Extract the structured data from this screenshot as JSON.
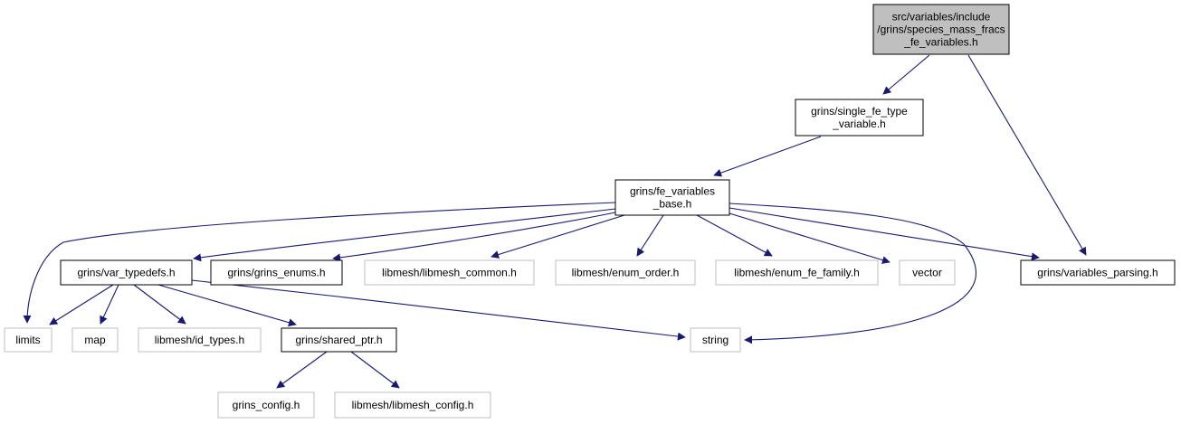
{
  "diagram": {
    "colors": {
      "edge": "#191970",
      "root_fill": "#bfbfbf",
      "node_border": "#000000",
      "external_border": "#bfbfbf",
      "text": "#000000"
    },
    "nodes": {
      "root": {
        "lines": [
          "src/variables/include",
          "/grins/species_mass_fracs",
          "_fe_variables.h"
        ],
        "type": "root"
      },
      "single_fe": {
        "lines": [
          "grins/single_fe_type",
          "_variable.h"
        ],
        "type": "header"
      },
      "fe_base": {
        "lines": [
          "grins/fe_variables",
          "_base.h"
        ],
        "type": "header"
      },
      "var_parsing": {
        "lines": [
          "grins/variables_parsing.h"
        ],
        "type": "header"
      },
      "var_typedefs": {
        "lines": [
          "grins/var_typedefs.h"
        ],
        "type": "header"
      },
      "grins_enums": {
        "lines": [
          "grins/grins_enums.h"
        ],
        "type": "header"
      },
      "libmesh_common": {
        "lines": [
          "libmesh/libmesh_common.h"
        ],
        "type": "external"
      },
      "enum_order": {
        "lines": [
          "libmesh/enum_order.h"
        ],
        "type": "external"
      },
      "enum_fe_family": {
        "lines": [
          "libmesh/enum_fe_family.h"
        ],
        "type": "external"
      },
      "vector": {
        "lines": [
          "vector"
        ],
        "type": "external"
      },
      "limits": {
        "lines": [
          "limits"
        ],
        "type": "external"
      },
      "map": {
        "lines": [
          "map"
        ],
        "type": "external"
      },
      "id_types": {
        "lines": [
          "libmesh/id_types.h"
        ],
        "type": "external"
      },
      "shared_ptr": {
        "lines": [
          "grins/shared_ptr.h"
        ],
        "type": "header"
      },
      "string": {
        "lines": [
          "string"
        ],
        "type": "external"
      },
      "grins_config": {
        "lines": [
          "grins_config.h"
        ],
        "type": "external"
      },
      "libmesh_config": {
        "lines": [
          "libmesh/libmesh_config.h"
        ],
        "type": "external"
      }
    },
    "edges": [
      {
        "from": "root",
        "to": "single_fe"
      },
      {
        "from": "root",
        "to": "var_parsing"
      },
      {
        "from": "single_fe",
        "to": "fe_base"
      },
      {
        "from": "fe_base",
        "to": "limits"
      },
      {
        "from": "fe_base",
        "to": "var_typedefs"
      },
      {
        "from": "fe_base",
        "to": "grins_enums"
      },
      {
        "from": "fe_base",
        "to": "libmesh_common"
      },
      {
        "from": "fe_base",
        "to": "enum_order"
      },
      {
        "from": "fe_base",
        "to": "enum_fe_family"
      },
      {
        "from": "fe_base",
        "to": "vector"
      },
      {
        "from": "fe_base",
        "to": "var_parsing"
      },
      {
        "from": "fe_base",
        "to": "string"
      },
      {
        "from": "var_typedefs",
        "to": "limits"
      },
      {
        "from": "var_typedefs",
        "to": "map"
      },
      {
        "from": "var_typedefs",
        "to": "id_types"
      },
      {
        "from": "var_typedefs",
        "to": "shared_ptr"
      },
      {
        "from": "var_typedefs",
        "to": "string"
      },
      {
        "from": "shared_ptr",
        "to": "grins_config"
      },
      {
        "from": "shared_ptr",
        "to": "libmesh_config"
      }
    ]
  }
}
